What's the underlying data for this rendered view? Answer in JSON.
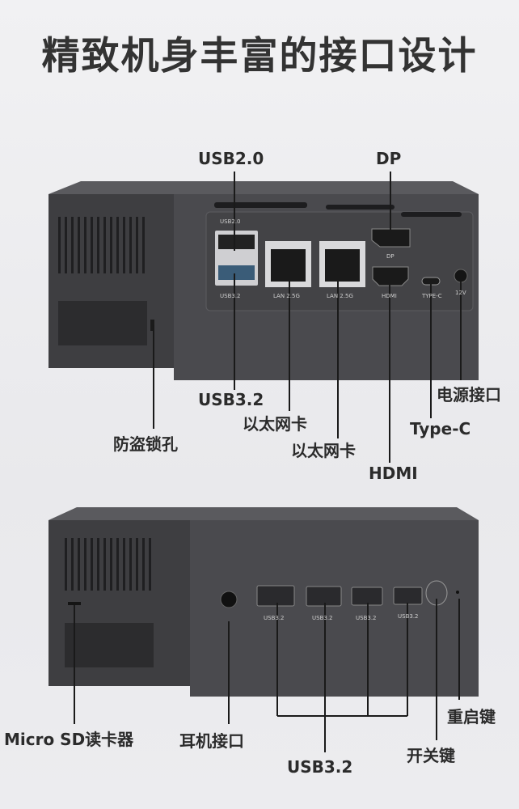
{
  "title": "精致机身丰富的接口设计",
  "rear_view": {
    "labels": {
      "usb20": "USB2.0",
      "dp": "DP",
      "usb32": "USB3.2",
      "lock": "防盗锁孔",
      "lan1": "以太网卡",
      "lan2": "以太网卡",
      "power": "电源接口",
      "typec": "Type-C",
      "hdmi": "HDMI"
    },
    "port_prints": {
      "usb20": "USB2.0",
      "usb32": "USB3.2",
      "lan1": "LAN 2.5G",
      "lan2": "LAN 2.5G",
      "dp": "DP",
      "hdmi": "HDMI",
      "typec": "TYPE-C",
      "dc": "12V"
    }
  },
  "front_view": {
    "labels": {
      "sd": "Micro SD读卡器",
      "audio": "耳机接口",
      "usb32": "USB3.2",
      "power_button": "开关键",
      "reset": "重启键"
    },
    "port_prints": [
      "USB3.2",
      "USB3.2",
      "USB3.2",
      "USB3.2"
    ]
  },
  "colors": {
    "body": "#47474a",
    "panel": "#3a3a3d",
    "line": "#1a1a1a"
  }
}
